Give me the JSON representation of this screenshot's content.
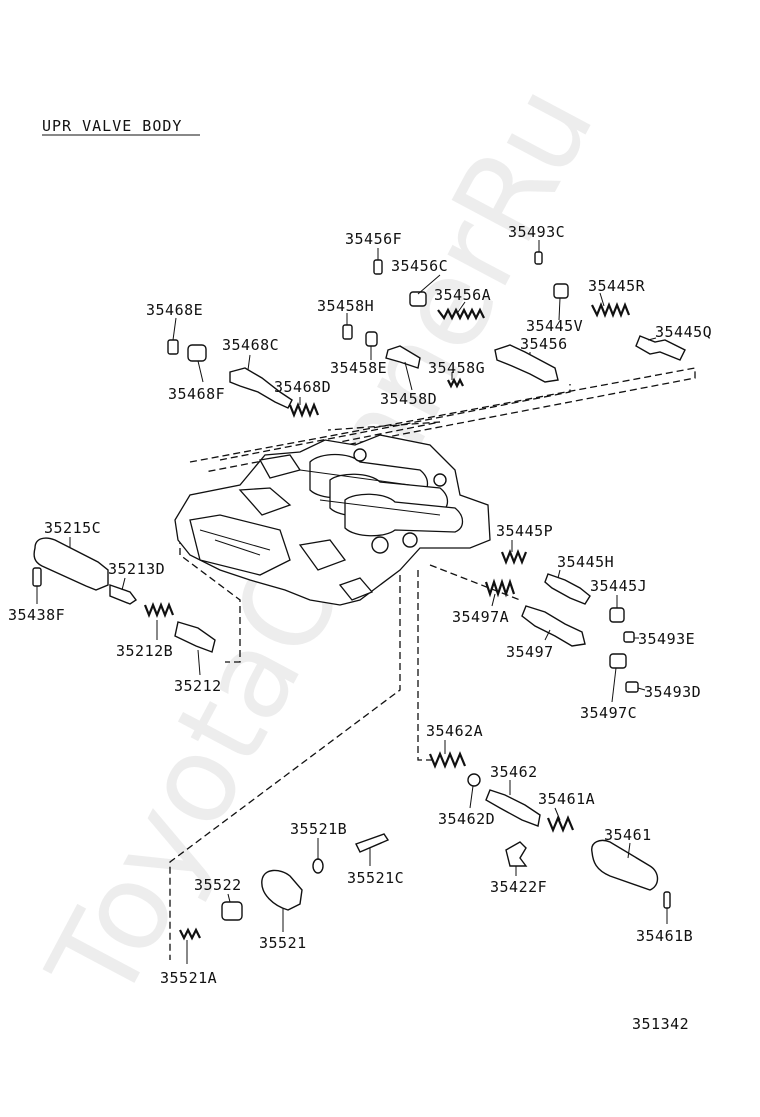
{
  "title": "UPR VALVE BODY",
  "diagram_number": "351342",
  "watermark": "ToyotaOwnnerRu",
  "parts": [
    "35456F",
    "35456C",
    "35456A",
    "35493C",
    "35445R",
    "35468E",
    "35458H",
    "35445V",
    "35445Q",
    "35468C",
    "35458E",
    "35458G",
    "35456",
    "35468F",
    "35468D",
    "35458D",
    "35215C",
    "35213D",
    "35438F",
    "35212B",
    "35212",
    "35445P",
    "35445H",
    "35445J",
    "35497A",
    "35493E",
    "35497",
    "35493D",
    "35497C",
    "35462A",
    "35462",
    "35461A",
    "35462D",
    "35521B",
    "35461",
    "35522",
    "35521C",
    "35422F",
    "35521",
    "35461B",
    "35521A"
  ]
}
